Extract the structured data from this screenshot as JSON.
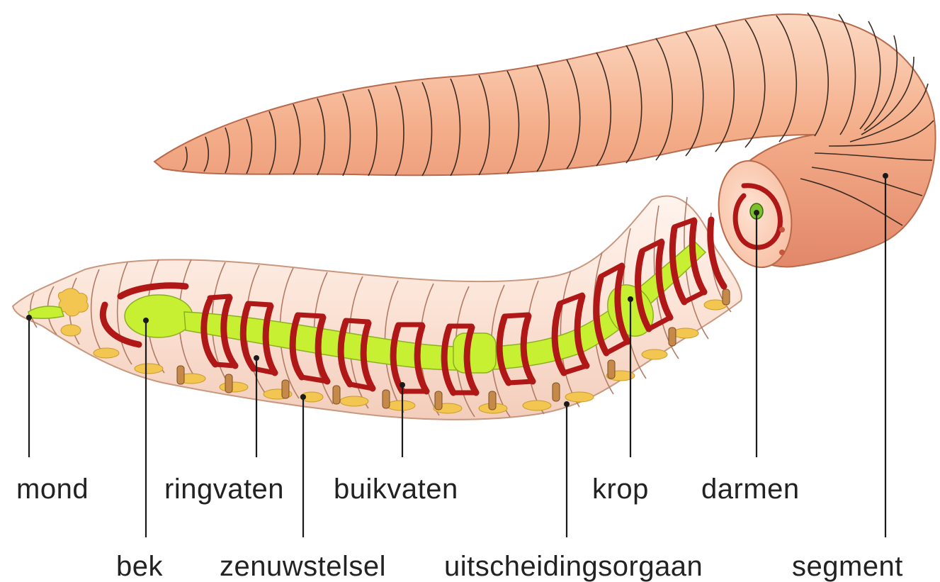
{
  "colors": {
    "background": "#ffffff",
    "skin": "#f2b08e",
    "skin_dark": "#e08f6a",
    "segment_line": "#3a2a22",
    "transparent_body": "#fbe6dc",
    "gut": "#c8f032",
    "vessel": "#b01818",
    "nerve": "#f2c650",
    "leader_line": "#1a1a1a",
    "label_text": "#222222"
  },
  "labels": {
    "mond": "mond",
    "bek": "bek",
    "ringvaten": "ringvaten",
    "zenuwstelsel": "zenuwstelsel",
    "buikvaten": "buikvaten",
    "uitscheidingsorgaan": "uitscheidingsorgaan",
    "krop": "krop",
    "darmen": "darmen",
    "segment": "segment"
  }
}
